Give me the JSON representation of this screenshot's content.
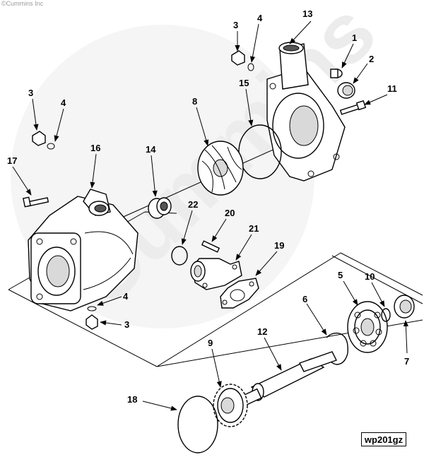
{
  "copyright": "©Cummins Inc",
  "watermark": "Cummins",
  "drawing_code": "wp201gz",
  "callouts": {
    "c1": "1",
    "c2": "2",
    "c3a": "3",
    "c3b": "3",
    "c3c": "3",
    "c4a": "4",
    "c4b": "4",
    "c4c": "4",
    "c5": "5",
    "c6": "6",
    "c7": "7",
    "c8": "8",
    "c9": "9",
    "c10": "10",
    "c11": "11",
    "c12": "12",
    "c13": "13",
    "c14": "14",
    "c15": "15",
    "c16": "16",
    "c17": "17",
    "c18": "18",
    "c19": "19",
    "c20": "20",
    "c21": "21",
    "c22": "22"
  }
}
